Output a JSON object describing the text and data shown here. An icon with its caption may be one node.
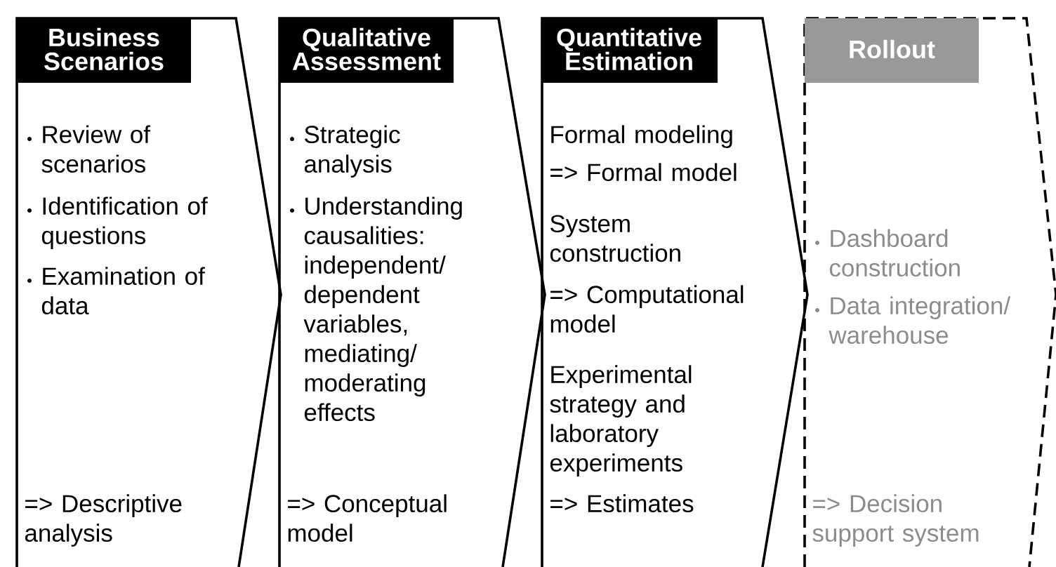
{
  "diagram": {
    "nodes": [
      {
        "text": [
          "Business Scenarios",
          "Review of scenarios",
          "Identification of questions",
          "Examination of data",
          "=> Descriptive analysis"
        ]
      },
      {
        "text": [
          "Qualitative Assessment",
          "Strategic analysis",
          "Understanding causalities: independent/ dependent variables, mediating/ moderating effects",
          "=> Conceptual model"
        ]
      },
      {
        "text": [
          "Quantitative Estimation",
          "Formal modeling",
          "=> Formal model",
          "System construction",
          "=> Computational model",
          "Experimental strategy and laboratory experiments",
          "=> Estimates"
        ]
      },
      {
        "text": [
          "Rollout",
          "Dashboard construction",
          "Data integration/ warehouse",
          "=> Decision support system"
        ]
      }
    ]
  }
}
